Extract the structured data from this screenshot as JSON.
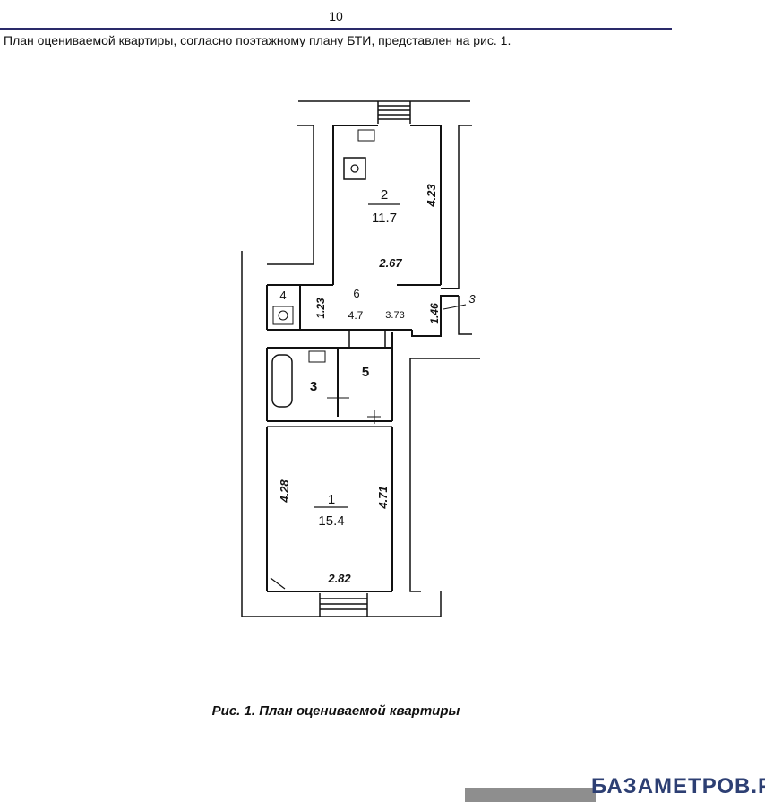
{
  "document": {
    "page_number": "10",
    "intro_text": "План оцениваемой квартиры, согласно поэтажному плану БТИ, представлен на рис. 1.",
    "caption": "Рис. 1. План оцениваемой квартиры",
    "watermark": "БАЗАМЕТРОВ.РУ"
  },
  "floor_plan": {
    "rooms": [
      {
        "number": "2",
        "area": "11.7"
      },
      {
        "number": "1",
        "area": "15.4"
      },
      {
        "number": "3"
      },
      {
        "number": "4"
      },
      {
        "number": "5"
      },
      {
        "number": "6",
        "area": "4.7"
      }
    ],
    "dimensions": {
      "room2_height": "4.23",
      "room2_width": "2.67",
      "hall_height": "1.23",
      "hall_width": "3.73",
      "right_niche": "1.46",
      "right_label": "3",
      "room1_left": "4.28",
      "room1_right": "4.71",
      "room1_width": "2.82"
    }
  }
}
